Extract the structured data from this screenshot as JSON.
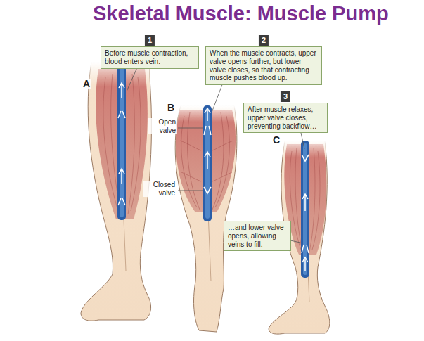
{
  "diagram": {
    "title": "Skeletal Muscle: Muscle Pump",
    "nodes": [
      {
        "text": [
          "1",
          "Before muscle contraction, blood enters vein."
        ]
      },
      {
        "text": [
          "2",
          "When the muscle contracts, upper valve opens further, but lower valve closes, so that contracting muscle pushes blood up."
        ]
      },
      {
        "text": [
          "3",
          "After muscle relaxes, upper valve closes, preventing backflow…"
        ]
      },
      {
        "text": [
          "…and lower valve opens, allowing veins to fill."
        ]
      }
    ],
    "labels": [
      "A",
      "B",
      "C",
      "Open valve",
      "Closed valve"
    ]
  }
}
